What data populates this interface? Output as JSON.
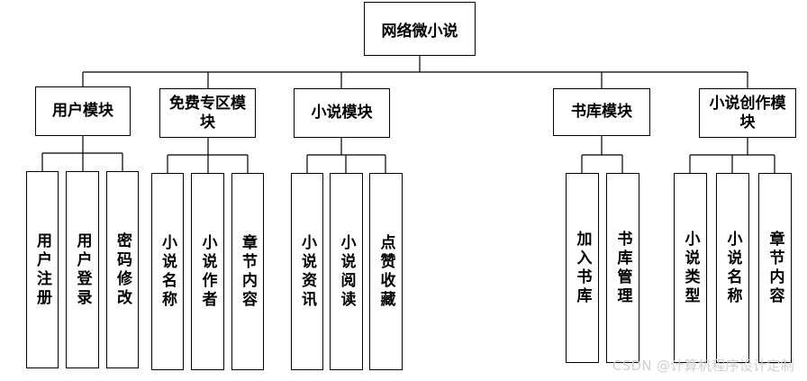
{
  "root": {
    "label": "网络微小说"
  },
  "modules": [
    {
      "label": "用户模块",
      "children": [
        "用户注册",
        "用户登录",
        "密码修改"
      ]
    },
    {
      "label": "免费专区模块",
      "children": [
        "小说名称",
        "小说作者",
        "章节内容"
      ]
    },
    {
      "label": "小说模块",
      "children": [
        "小说资讯",
        "小说阅读",
        "点赞收藏"
      ]
    },
    {
      "label": "书库模块",
      "children": [
        "加入书库",
        "书库管理"
      ]
    },
    {
      "label": "小说创作模块",
      "children": [
        "小说类型",
        "小说名称",
        "章节内容"
      ]
    }
  ],
  "watermark": "CSDN @计算机程序设计定制"
}
